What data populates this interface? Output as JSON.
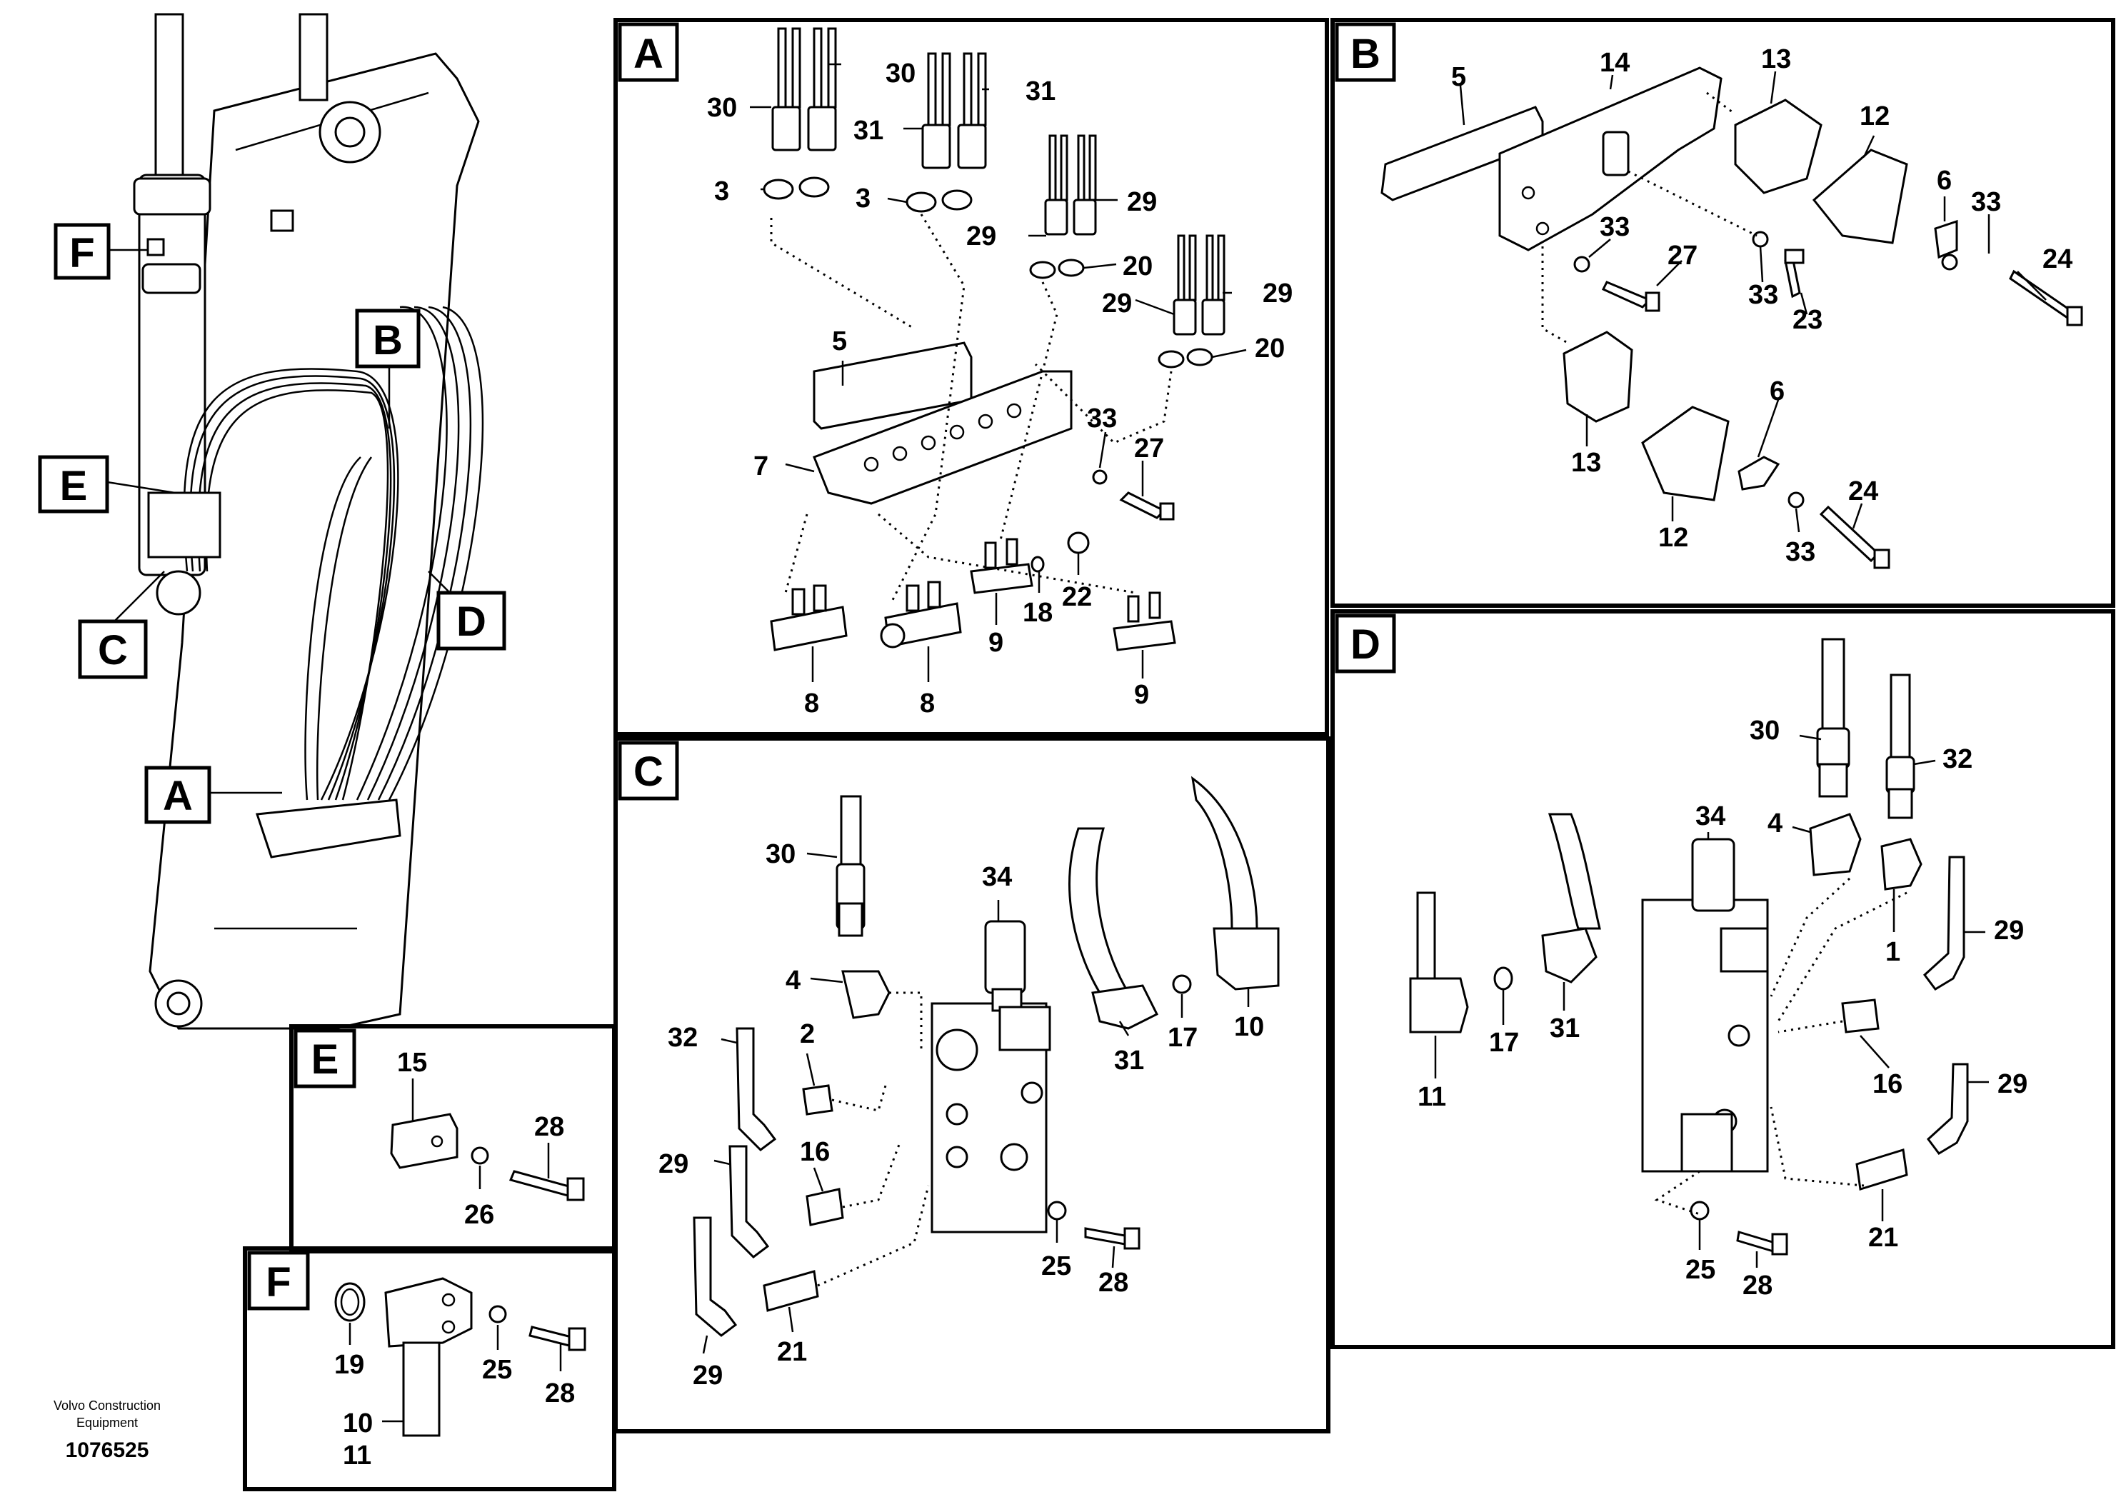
{
  "panels": {
    "A": {
      "tag": "A",
      "callouts": [
        "30",
        "30",
        "31",
        "31",
        "3",
        "3",
        "29",
        "29",
        "20",
        "29",
        "29",
        "20",
        "5",
        "7",
        "33",
        "27",
        "18",
        "22",
        "9",
        "8",
        "8",
        "9"
      ]
    },
    "B": {
      "tag": "B",
      "callouts": [
        "5",
        "14",
        "13",
        "12",
        "6",
        "33",
        "33",
        "27",
        "33",
        "23",
        "24",
        "13",
        "6",
        "12",
        "33",
        "24"
      ]
    },
    "C": {
      "tag": "C",
      "callouts": [
        "30",
        "34",
        "4",
        "32",
        "2",
        "31",
        "17",
        "10",
        "29",
        "16",
        "29",
        "21",
        "25",
        "28"
      ]
    },
    "D": {
      "tag": "D",
      "callouts": [
        "30",
        "32",
        "34",
        "4",
        "1",
        "29",
        "11",
        "17",
        "31",
        "16",
        "29",
        "21",
        "25",
        "28"
      ]
    },
    "E": {
      "tag": "E",
      "callouts": [
        "15",
        "28",
        "26"
      ]
    },
    "F": {
      "tag": "F",
      "callouts": [
        "19",
        "25",
        "28",
        "10",
        "11"
      ]
    },
    "overview": {
      "tags": [
        "F",
        "B",
        "E",
        "C",
        "D",
        "A"
      ]
    }
  },
  "footer": {
    "line1": "Volvo Construction",
    "line2": "Equipment",
    "number": "1076525"
  }
}
